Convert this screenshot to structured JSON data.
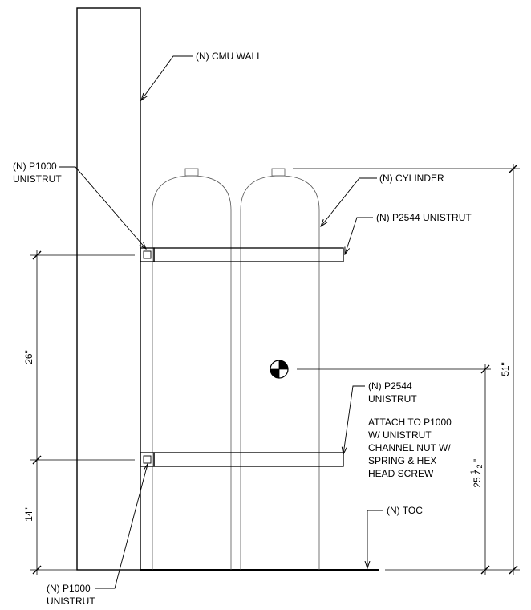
{
  "drawing": {
    "background": "#ffffff",
    "line_color": "#000000",
    "thin_line_color": "#555555"
  },
  "labels": {
    "cmu_wall": "(N) CMU WALL",
    "p1000_top_line1": "(N) P1000",
    "p1000_top_line2": "UNISTRUT",
    "cylinder": "(N) CYLINDER",
    "p2544_top": "(N) P2544 UNISTRUT",
    "p2544_bottom_line1": "(N) P2544",
    "p2544_bottom_line2": "UNISTRUT",
    "note_line1": "ATTACH TO P1000",
    "note_line2": "W/ UNISTRUT",
    "note_line3": "CHANNEL NUT W/",
    "note_line4": "SPRING & HEX",
    "note_line5": "HEAD SCREW",
    "toc": "(N) TOC",
    "p1000_bottom_line1": "(N) P1000",
    "p1000_bottom_line2": "UNISTRUT"
  },
  "dimensions": {
    "left_upper": "26\"",
    "left_lower": "14\"",
    "right_overall": "51\"",
    "right_cg_whole": "25",
    "right_cg_num": "1",
    "right_cg_den": "2",
    "right_cg_unit": "\""
  }
}
